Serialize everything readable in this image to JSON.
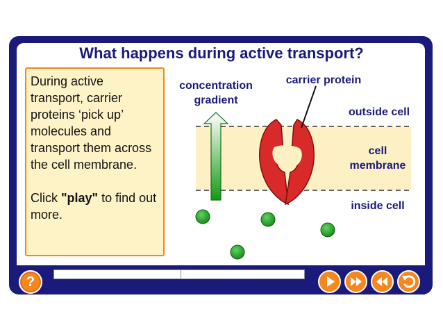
{
  "title": "What happens during active transport?",
  "info_box": {
    "paragraph1": "During active transport, carrier proteins ‘pick up’ molecules and transport them across the cell membrane.",
    "paragraph2_prefix": "Click ",
    "paragraph2_bold": "\"play\"",
    "paragraph2_suffix": " to find out more."
  },
  "diagram": {
    "concentration_label_line1": "concentration",
    "concentration_label_line2": "gradient",
    "carrier_label": "carrier protein",
    "outside_label": "outside cell",
    "membrane_label_line1": "cell",
    "membrane_label_line2": "membrane",
    "inside_label": "inside cell"
  },
  "controls": {
    "help_label": "?",
    "buttons": [
      "play-icon",
      "fast-forward-icon",
      "rewind-icon",
      "replay-icon"
    ]
  },
  "colors": {
    "frame": "#1a1a7a",
    "accent_orange": "#f5871f",
    "info_fill": "#fdf3c6",
    "membrane": "#fdf0c4",
    "protein_red": "#d92a2a",
    "molecule_green": "#2ea82e"
  }
}
